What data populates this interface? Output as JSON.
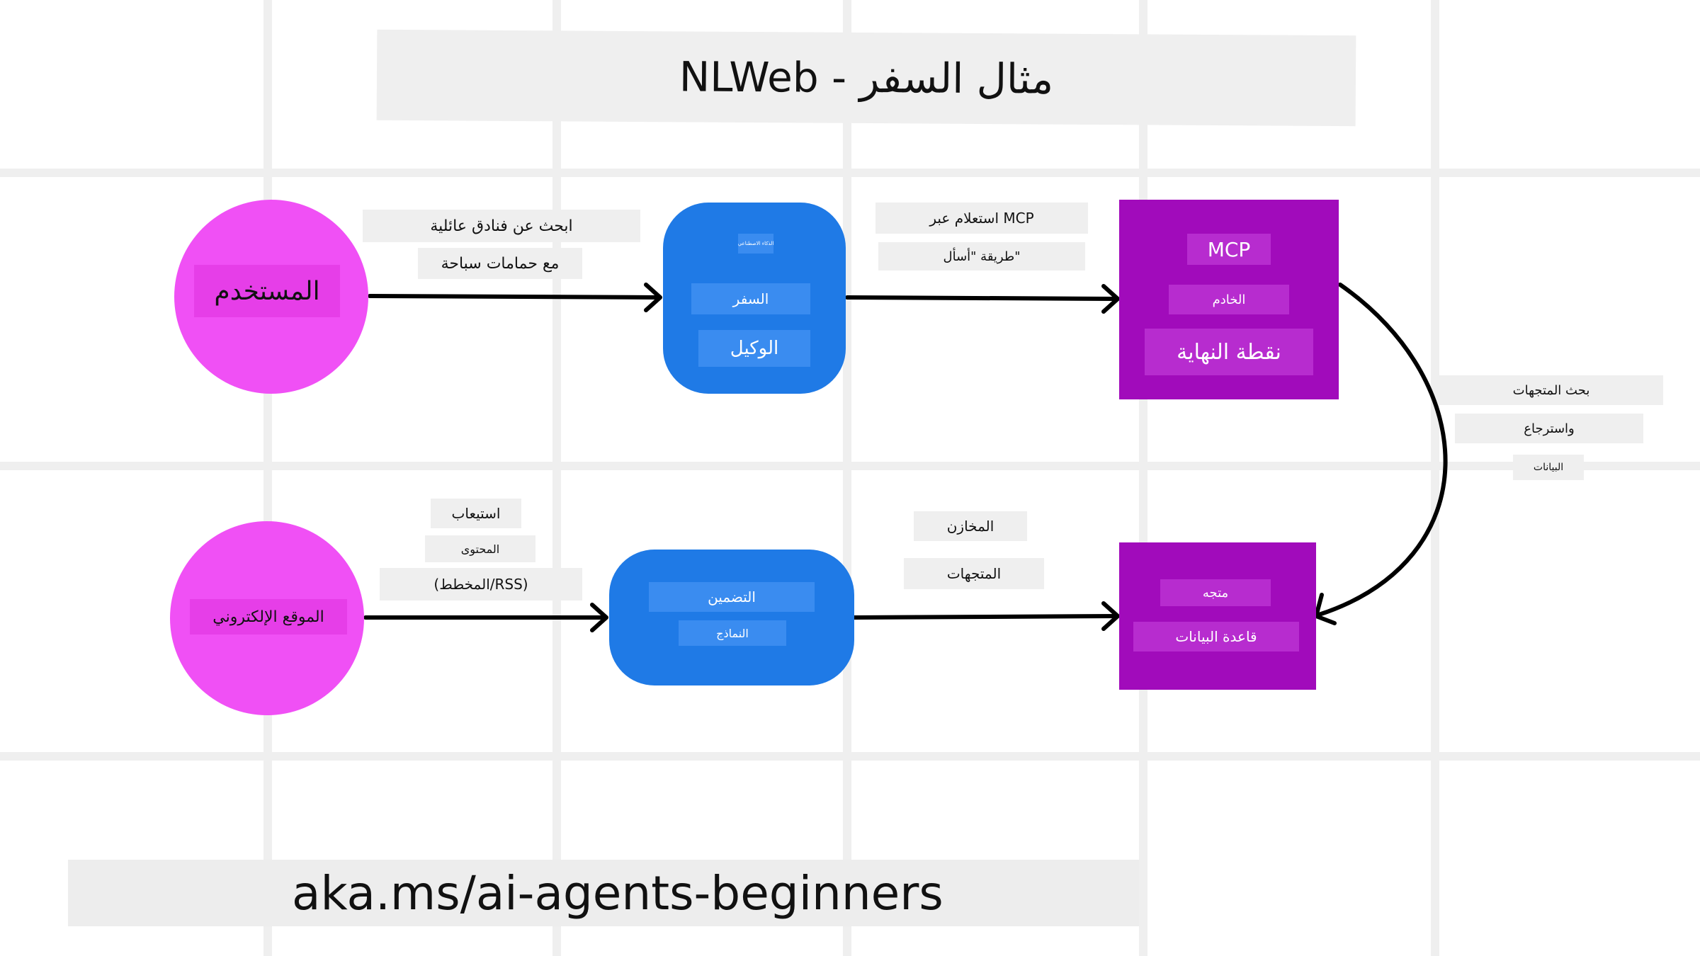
{
  "title": "NLWeb - مثال السفر",
  "colors": {
    "pink": "#f050f5",
    "blue": "#1f7ae6",
    "purple": "#a10bbb",
    "label_bg": "#efefef"
  },
  "nodes": {
    "user": {
      "label": "المستخدم"
    },
    "travel_agent": {
      "lines": [
        "الذكاء الاصطناعي",
        "السفر",
        "الوكيل"
      ]
    },
    "mcp_endpoint": {
      "lines": [
        "MCP",
        "الخادم",
        "نقطة النهاية"
      ]
    },
    "website": {
      "label": "الموقع الإلكتروني"
    },
    "embedding_models": {
      "lines": [
        "التضمين",
        "النماذج"
      ]
    },
    "vector_db": {
      "lines": [
        "متجه",
        "قاعدة البيانات"
      ]
    }
  },
  "edges": {
    "user_to_agent": [
      "ابحث عن فنادق عائلية",
      "مع حمامات سباحة"
    ],
    "agent_to_mcp": [
      "استعلام عبر MCP",
      "طريقة \"أسأل\""
    ],
    "mcp_to_db": [
      "بحث المتجهات",
      "واسترجاع",
      "البيانات"
    ],
    "website_to_embed": [
      "استيعاب",
      "المحتوى",
      "(المخطط/RSS)"
    ],
    "embed_to_db": [
      "المخازن",
      "المتجهات"
    ]
  },
  "footer": {
    "url": "aka.ms/ai-agents-beginners"
  }
}
